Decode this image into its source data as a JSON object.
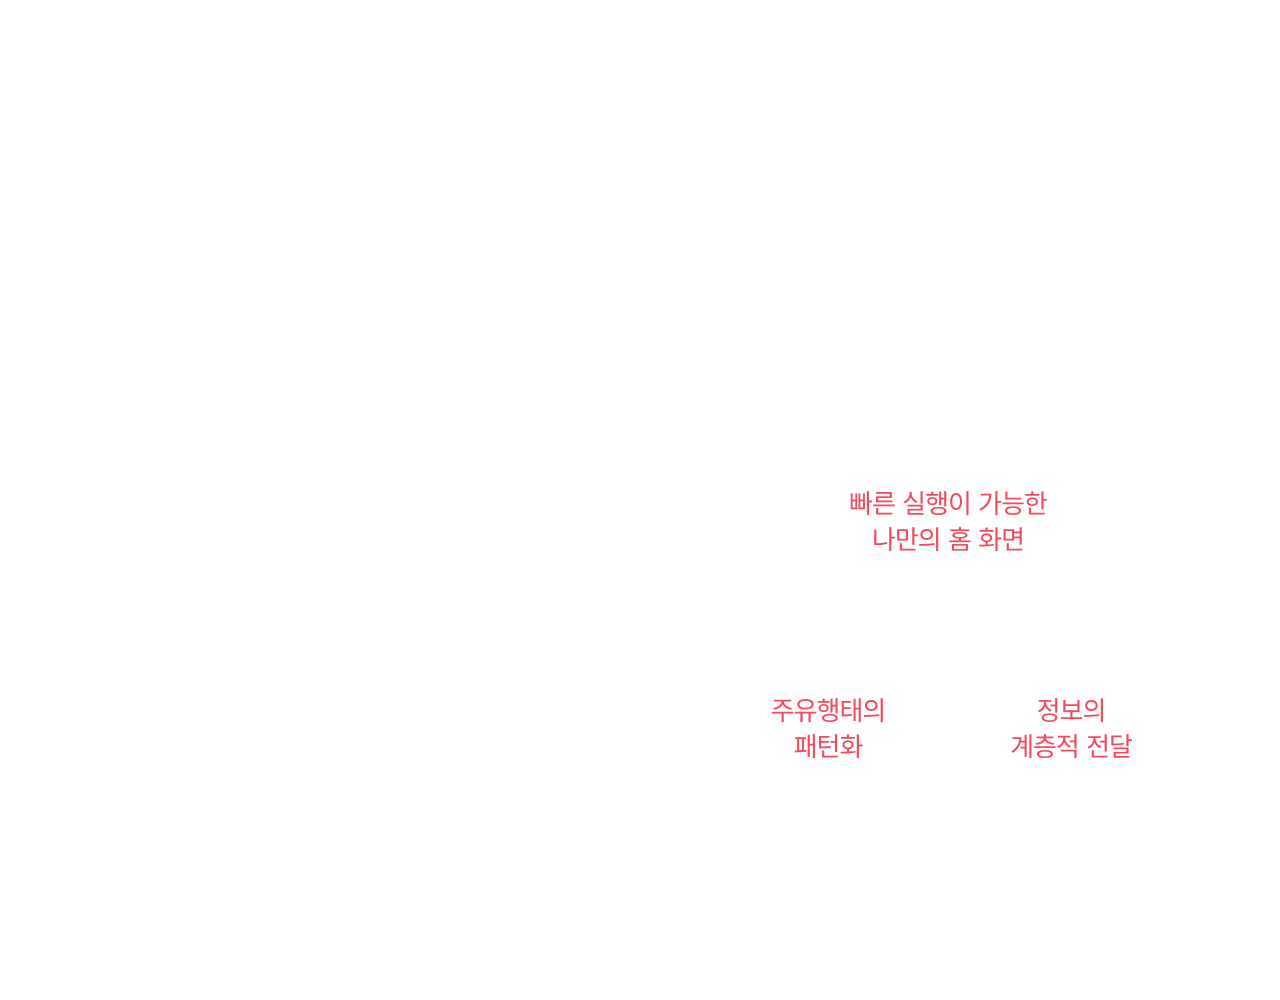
{
  "accent_color": "#f24b5a",
  "labels": {
    "top": {
      "line1": "빠른 실행이 가능한",
      "line2": "나만의 홈 화면"
    },
    "bottom_left": {
      "line1": "주유행태의",
      "line2": "패턴화"
    },
    "bottom_right": {
      "line1": "정보의",
      "line2": "계층적 전달"
    }
  }
}
